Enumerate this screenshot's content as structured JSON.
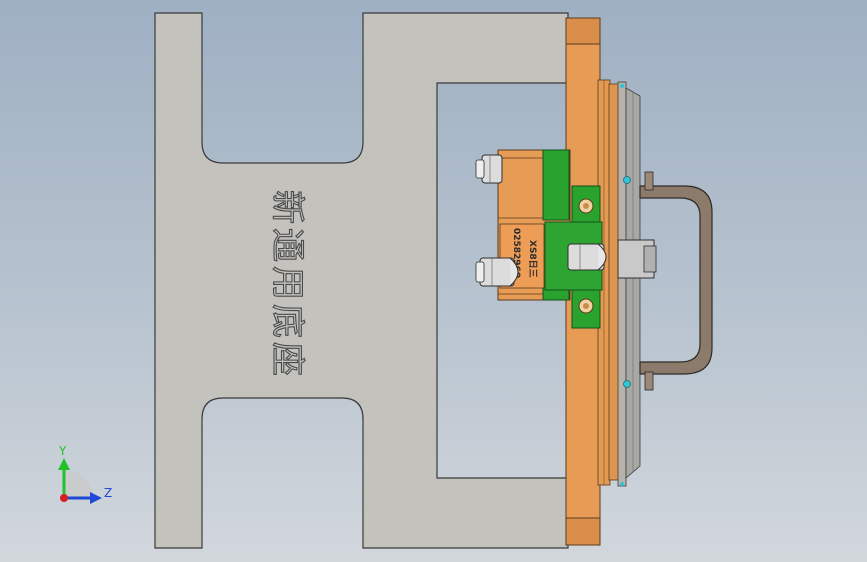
{
  "base_plate": {
    "engraved_text": "新通用底座",
    "color": "#c3c2bd"
  },
  "part_labels": {
    "left_vertical": "02582960",
    "right_vertical": "XS8日三"
  },
  "triad": {
    "y_label": "Y",
    "z_label": "Z",
    "y_color": "#22c12a",
    "z_color": "#1f48d6",
    "x_color": "#d42020"
  },
  "colors": {
    "background_top": "#9fb0c3",
    "clamp_body": "#e69c55",
    "insert": "#2aa32e",
    "handle": "#8c7a6a",
    "plate": "#a8a8a4"
  }
}
